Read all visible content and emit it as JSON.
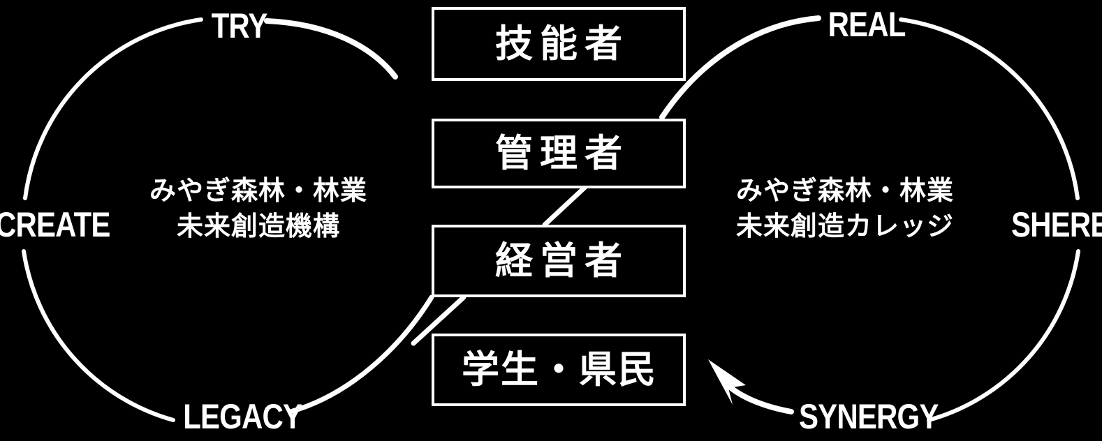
{
  "diagram": {
    "background_color": "#000000",
    "line_color": "#ffffff",
    "left_cycle": {
      "org_line1": "みやぎ森林・林業",
      "org_line2": "未来創造機構",
      "labels": {
        "top": "TRY",
        "left": "CREATE",
        "bottom": "LEGACY"
      }
    },
    "right_cycle": {
      "org_line1": "みやぎ森林・林業",
      "org_line2": "未来創造カレッジ",
      "labels": {
        "top": "REAL",
        "right": "SHERE",
        "bottom": "SYNERGY"
      }
    },
    "roles": [
      {
        "id": "ginosha",
        "label": "技能者"
      },
      {
        "id": "kanrisha",
        "label": "管理者"
      },
      {
        "id": "keieisha",
        "label": "経営者"
      },
      {
        "id": "gakusei",
        "label": "学生・県民"
      }
    ]
  }
}
